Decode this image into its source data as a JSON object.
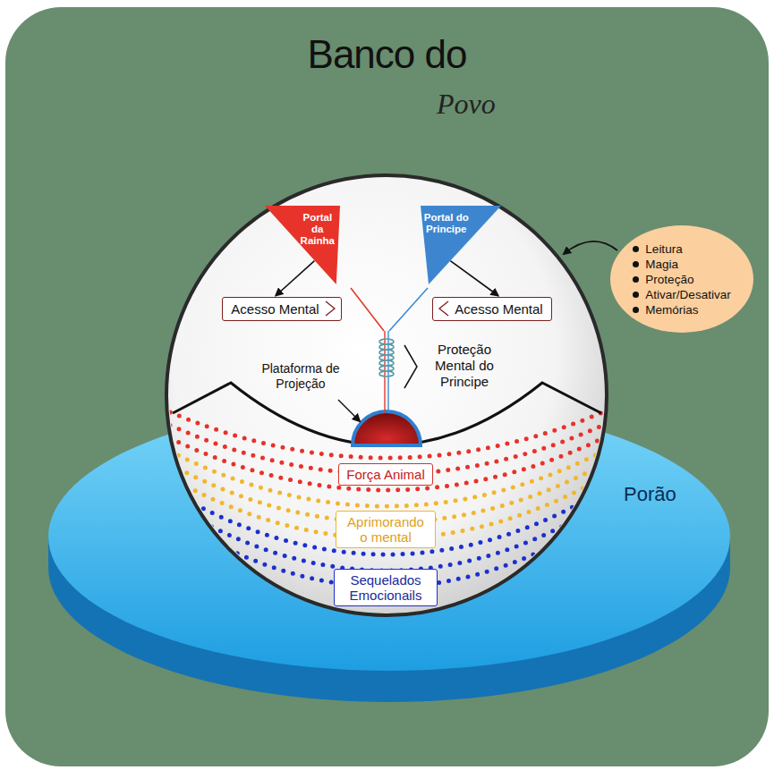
{
  "diagram": {
    "title": "Banco do",
    "nodes": [
      {
        "text": [
          "Porão"
        ]
      },
      {
        "text": [
          "Portal da Rainha"
        ]
      },
      {
        "text": [
          "Portal do Principe"
        ]
      },
      {
        "text": [
          "Acesso Mental"
        ]
      },
      {
        "text": [
          "Acesso Mental"
        ]
      },
      {
        "text": [
          "Força Animal"
        ]
      },
      {
        "text": [
          "Aprimorando o mental"
        ]
      },
      {
        "text": [
          "Sequelados Emocionails"
        ]
      },
      {
        "text": [
          "Leitura",
          "Magia",
          "Proteção",
          "Ativar/Desativar",
          "Memórias"
        ]
      }
    ],
    "edges": [
      {
        "from": 1,
        "to": 3,
        "arrow": "to"
      },
      {
        "from": 2,
        "to": 4,
        "arrow": "to"
      }
    ],
    "labels": [
      "Povo",
      "Plataforma de Projeção",
      "Proteção Mental do Principe"
    ]
  }
}
